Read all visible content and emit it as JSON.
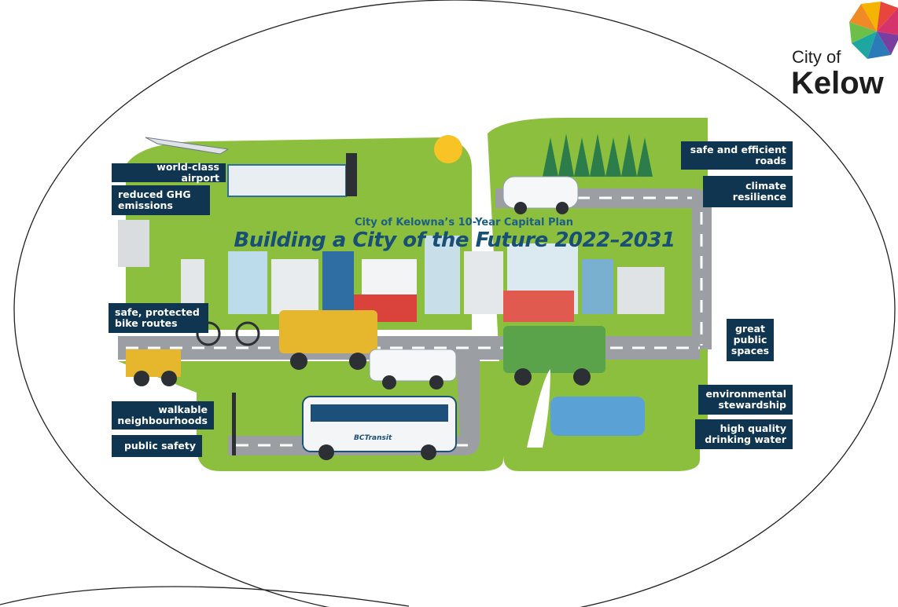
{
  "logo": {
    "city_of": "City of",
    "name": "Kelow"
  },
  "poster": {
    "subtitle": "City of Kelowna’s 10-Year Capital Plan",
    "title": "Building a City of the Future 2022–2031",
    "bus_brand": "BCTransit",
    "left_labels": [
      "world-class airport",
      "reduced GHG emissions",
      "safe, protected bike routes",
      "walkable neighbourhoods",
      "public safety"
    ],
    "right_labels": [
      "safe and efficient roads",
      "climate resilience",
      "great public spaces",
      "environmental stewardship",
      "high quality drinking water"
    ]
  },
  "colors": {
    "label_bg": "#0f3550",
    "green": "#8dbf3f",
    "road": "#9b9fa3",
    "title_blue": "#174f75"
  }
}
